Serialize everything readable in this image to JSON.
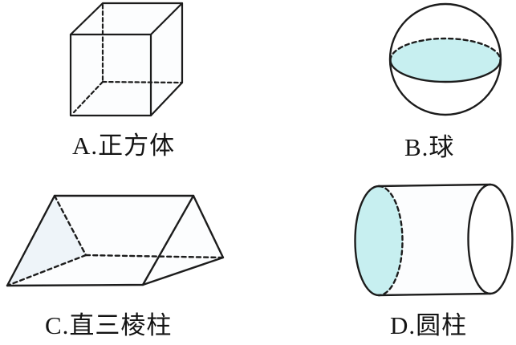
{
  "page": {
    "background": "#ffffff",
    "description": "Four geometric solids shown as multiple-choice options"
  },
  "colors": {
    "line": "#1c1c1c",
    "cap_fill": "#c7eff0",
    "face_tint": "#eef4f9",
    "body_fill": "#fcfdfe"
  },
  "options": [
    {
      "key": "A",
      "label": "A.正方体",
      "shape": "cube"
    },
    {
      "key": "B",
      "label": "B.球",
      "shape": "sphere"
    },
    {
      "key": "C",
      "label": "C.直三棱柱",
      "shape": "triangular-prism"
    },
    {
      "key": "D",
      "label": "D.圆柱",
      "shape": "cylinder"
    }
  ]
}
